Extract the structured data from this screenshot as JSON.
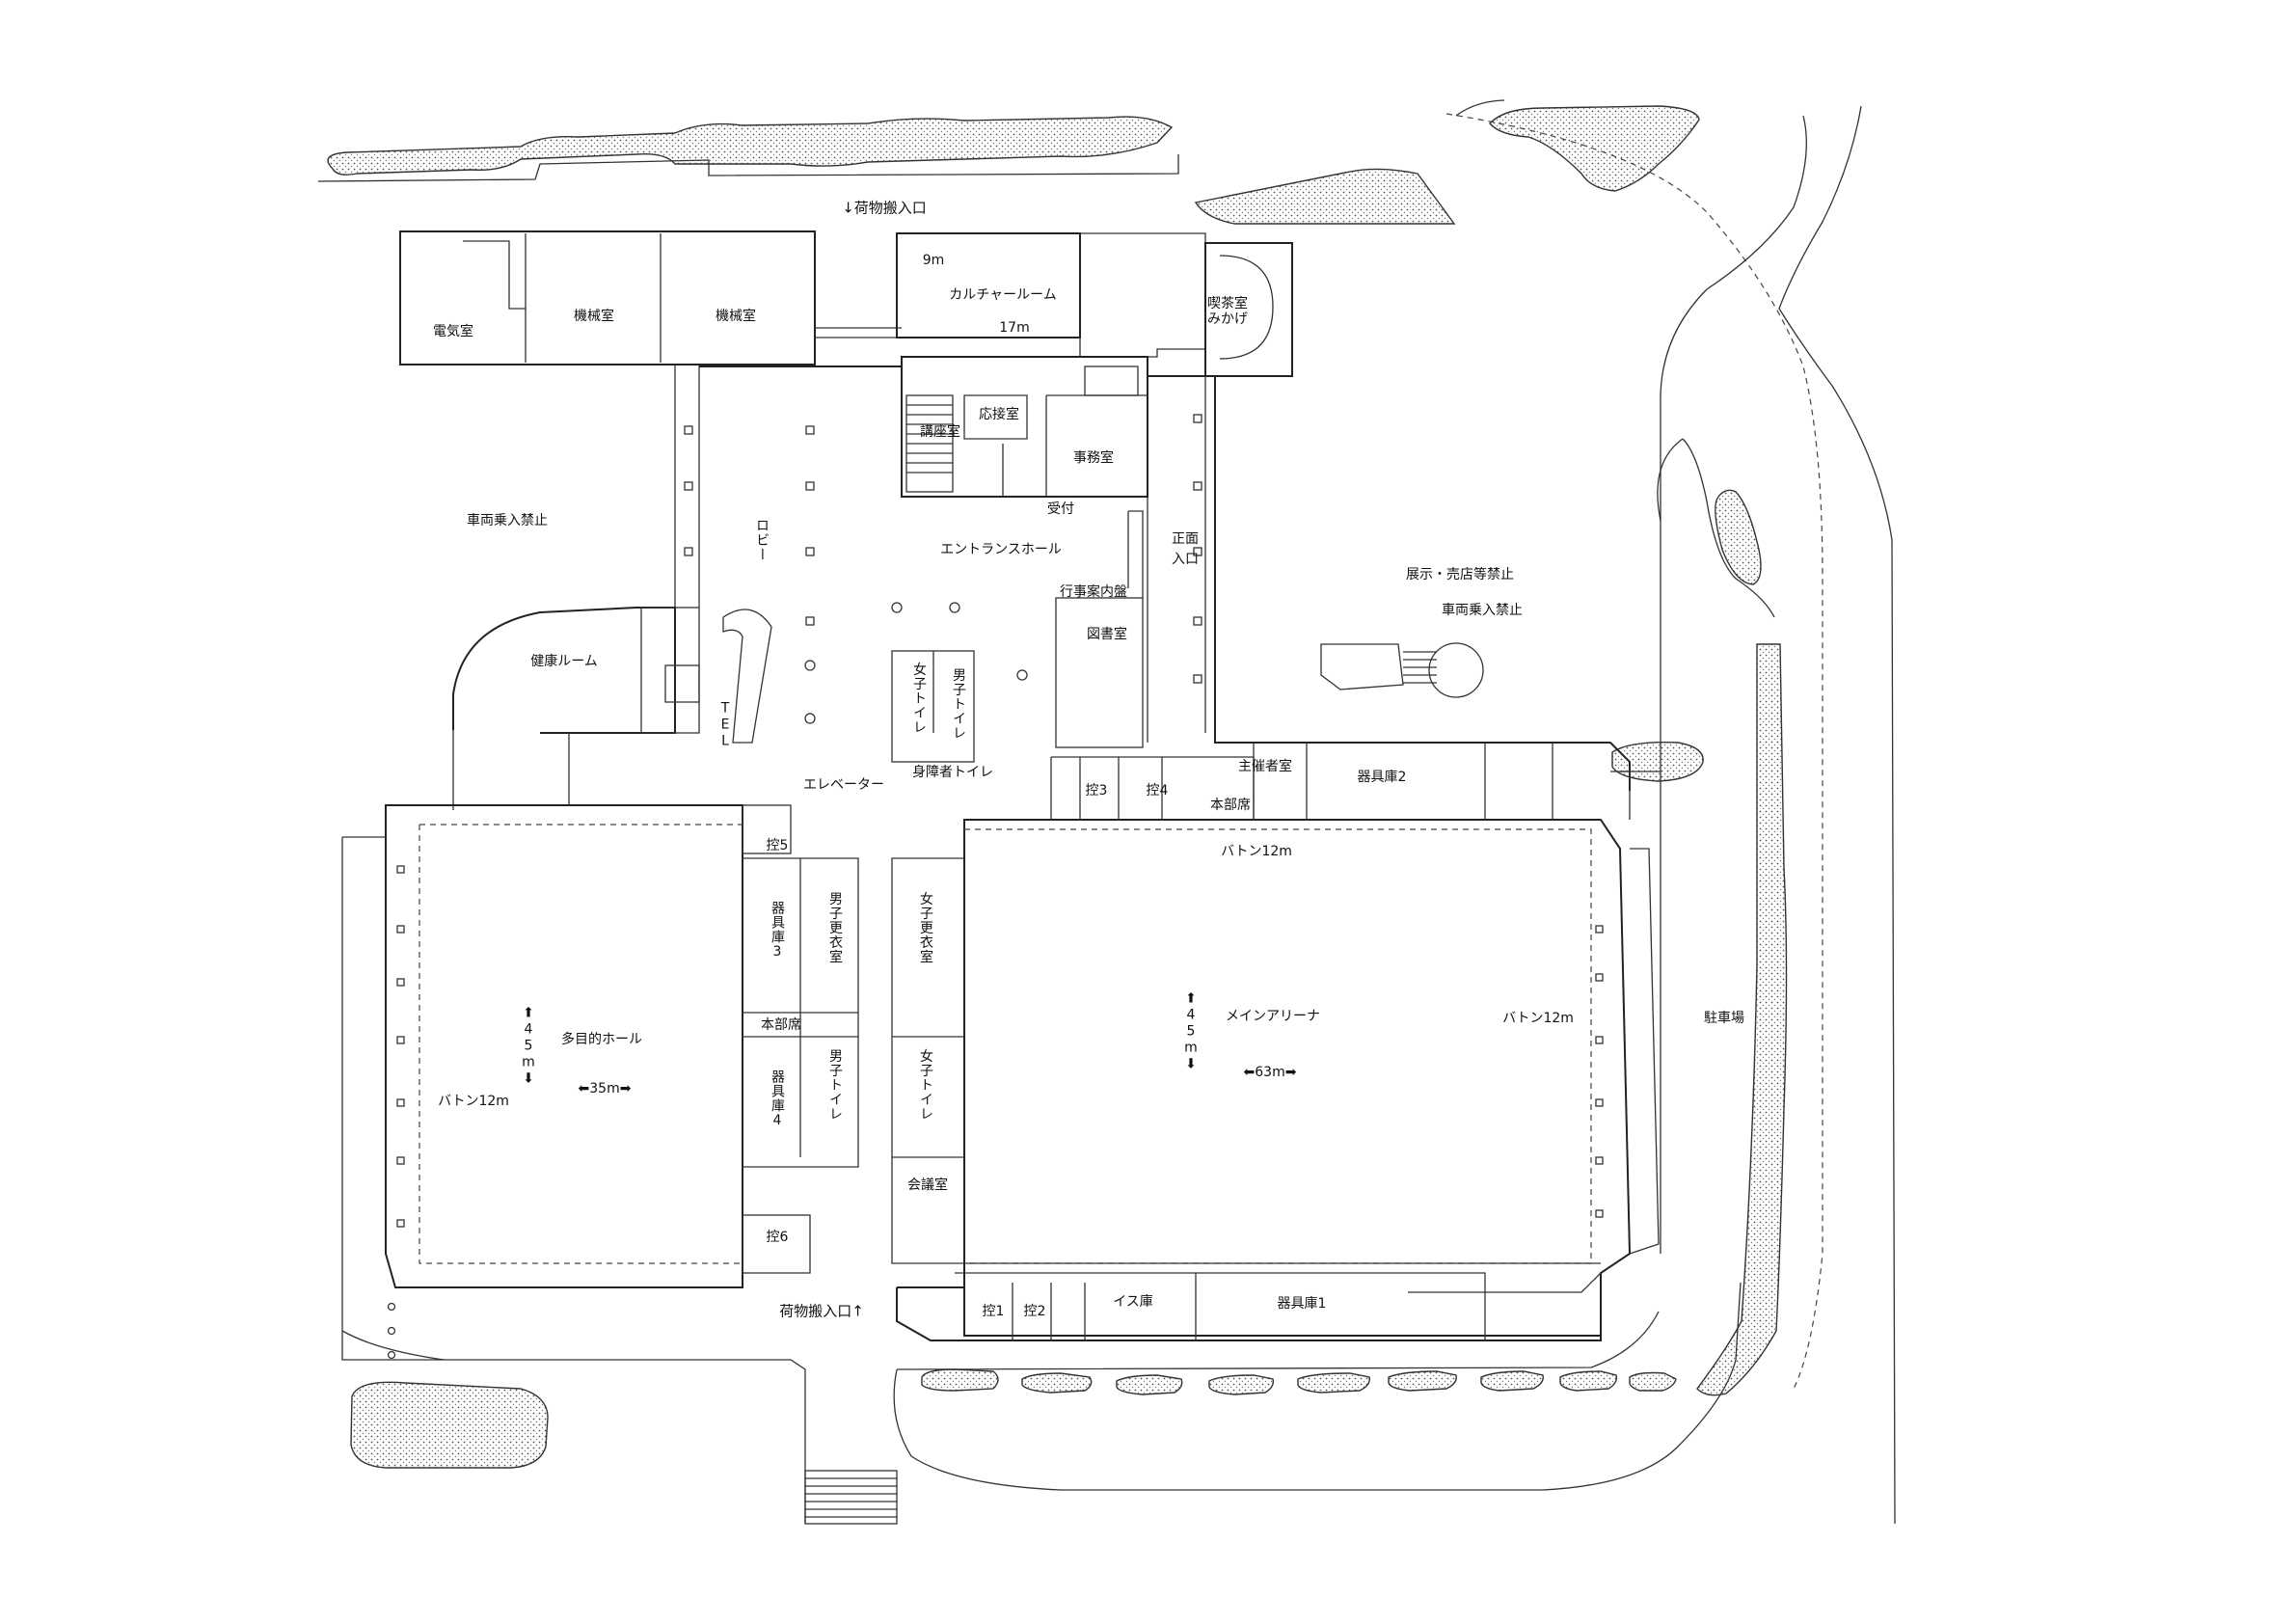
{
  "map": {
    "labels": {
      "loading_top": "↓荷物搬入口",
      "loading_bottom": "荷物搬入口↑",
      "denki": "電気室",
      "kikai1": "機械室",
      "kikai2": "機械室",
      "culture_room": "カルチャールーム",
      "dim_9m": "9m",
      "dim_17m": "17m",
      "kissa_1": "喫茶室",
      "kissa_2": "みかげ",
      "ousetsu": "応接室",
      "kouza": "講座室",
      "jimu": "事務室",
      "uketsuke": "受付",
      "shomen_1": "正面",
      "shomen_2": "入口",
      "no_vehicle_left": "車両乗入禁止",
      "lobby": "ロビー",
      "entrance_hall": "エントランスホール",
      "gyoji": "行事案内盤",
      "tosho": "図書室",
      "tenji": "展示・売店等禁止",
      "no_vehicle_right": "車両乗入禁止",
      "kenko": "健康ルーム",
      "tel": "TEL",
      "women_wc": "女子トイレ",
      "men_wc": "男子トイレ",
      "accessible_wc": "身障者トイレ",
      "elevator": "エレベーター",
      "hikae3": "控3",
      "hikae4": "控4",
      "shusaisha": "主催者室",
      "honbu_main": "本部席",
      "kigu2": "器具庫2",
      "baton_top": "バトン12m",
      "hikae5": "控5",
      "kigu3": "器具庫3",
      "men_locker": "男子更衣室",
      "women_locker": "女子更衣室",
      "honbu_multi": "本部席",
      "kigu4": "器具庫4",
      "men_wc2": "男子トイレ",
      "women_wc2": "女子トイレ",
      "multi_hall": "多目的ホール",
      "dim_45m_a": "⬆45m⬇",
      "baton_left": "バトン12m",
      "dim_35m": "⬅35m➡",
      "main_arena": "メインアリーナ",
      "dim_45m_b": "⬆45m⬇",
      "dim_63m": "⬅63m➡",
      "baton_right": "バトン12m",
      "parking": "駐車場",
      "kaigi": "会議室",
      "hikae6": "控6",
      "hikae1": "控1",
      "hikae2": "控2",
      "isu": "イス庫",
      "kigu1": "器具庫1"
    }
  }
}
